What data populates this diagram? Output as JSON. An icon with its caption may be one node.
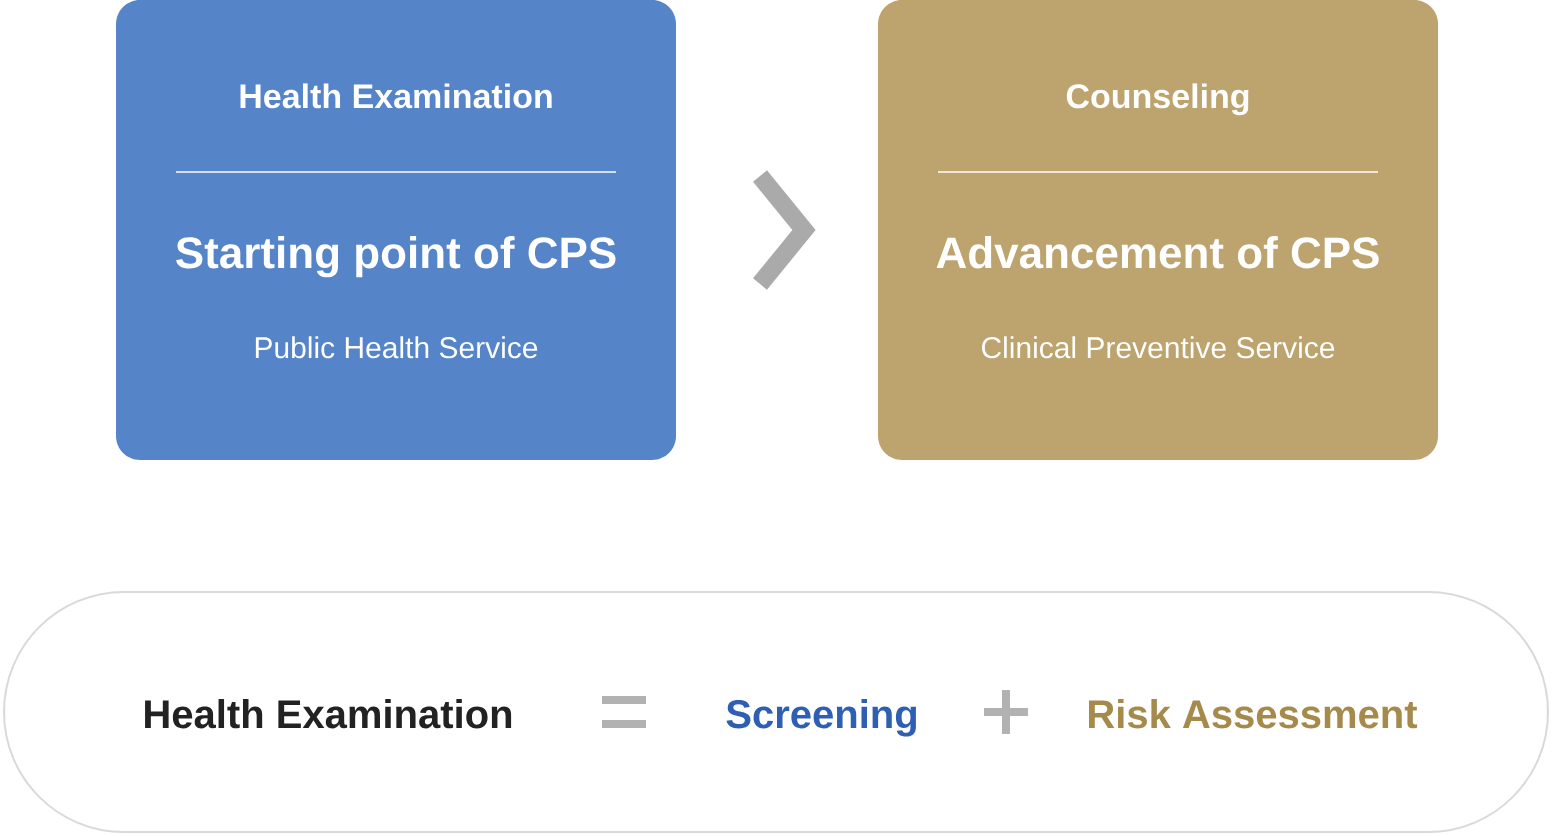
{
  "diagram": {
    "nodes": [
      {
        "text": [
          "Health Examination",
          "Starting point of CPS",
          "Public Health Service"
        ]
      },
      {
        "text": [
          "Counseling",
          "Advancement of CPS",
          "Clinical Preventive Service"
        ]
      },
      {
        "text": [
          "Health Examination",
          "Screening",
          "Risk Assessment"
        ]
      }
    ],
    "edges": [
      {
        "from": 0,
        "to": 1,
        "arrow": "to",
        "color": "#aaaaaa"
      }
    ]
  }
}
